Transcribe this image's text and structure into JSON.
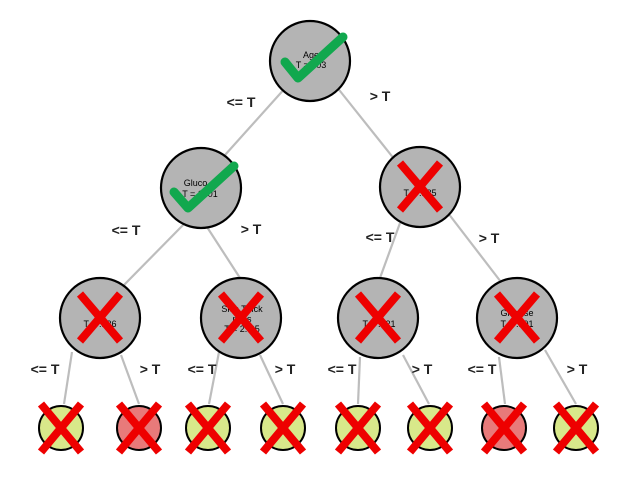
{
  "colors": {
    "node_fill": "#b4b4b4",
    "edge": "#bdbdbd",
    "leaf_green": "#d8e88a",
    "leaf_red": "#e87a7a",
    "cross": "#ee0000",
    "check": "#11a84e"
  },
  "labels": {
    "left": "<= T",
    "right": "> T"
  },
  "nodes": {
    "root": {
      "line1": "Age",
      "line2": "T = ..03",
      "mark": "check"
    },
    "n_l": {
      "line1": "Gluco..",
      "line2": "T = 1..01",
      "mark": "check"
    },
    "n_r": {
      "line1": "...",
      "line2": "T = ...85",
      "mark": "cross"
    },
    "n_ll": {
      "line1": "...",
      "line2": "T = ...36",
      "mark": "cross"
    },
    "n_lr": {
      "line1": "Skin Thick",
      "line2": "ness",
      "line3": "T = 2..05",
      "mark": "cross"
    },
    "n_rl": {
      "line1": "...",
      "line2": "T = ...21",
      "mark": "cross"
    },
    "n_rr": {
      "line1": "Glucose",
      "line2": "T = ...01",
      "mark": "cross"
    }
  },
  "leaves": [
    {
      "id": "leaf-1",
      "color": "green",
      "mark": "cross"
    },
    {
      "id": "leaf-2",
      "color": "red",
      "mark": "cross"
    },
    {
      "id": "leaf-3",
      "color": "green",
      "mark": "cross"
    },
    {
      "id": "leaf-4",
      "color": "green",
      "mark": "cross"
    },
    {
      "id": "leaf-5",
      "color": "green",
      "mark": "cross"
    },
    {
      "id": "leaf-6",
      "color": "green",
      "mark": "cross"
    },
    {
      "id": "leaf-7",
      "color": "red",
      "mark": "cross"
    },
    {
      "id": "leaf-8",
      "color": "green",
      "mark": "cross"
    }
  ]
}
